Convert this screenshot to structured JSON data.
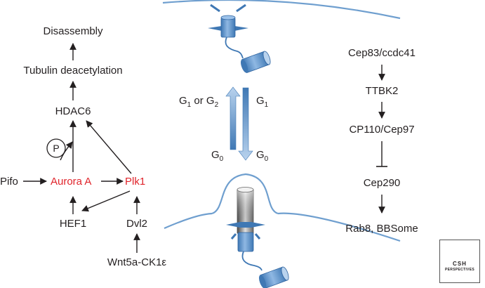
{
  "left_pathway": {
    "disassembly": "Disassembly",
    "tubulin_deacetylation": "Tubulin deacetylation",
    "hdac6": "HDAC6",
    "phospho": "P",
    "pifo": "Pifo",
    "aurora_a": "Aurora A",
    "plk1": "Plk1",
    "hef1": "HEF1",
    "dvl2": "Dvl2",
    "wnt5a": "Wnt5a-CK1ε"
  },
  "cell_cycle": {
    "g1_or_g2_main1": "G",
    "g1_or_g2_sub1": "1",
    "g1_or_g2_mid": " or G",
    "g1_or_g2_sub2": "2",
    "g1_main": "G",
    "g1_sub": "1",
    "g0_left_main": "G",
    "g0_left_sub": "0",
    "g0_right_main": "G",
    "g0_right_sub": "0"
  },
  "right_pathway": {
    "cep83": "Cep83/ccdc41",
    "ttbk2": "TTBK2",
    "cp110": "CP110/Cep97",
    "cep290": "Cep290",
    "rab8": "Rab8, BBSome"
  },
  "logo": {
    "line1": "CSH",
    "line2": "PERSPECTIVES"
  },
  "colors": {
    "text": "#231f20",
    "highlight": "#e0242b",
    "blue": "#5b9bd5",
    "blue_dark": "#3f78b4",
    "membrane": "#6f9fcf"
  }
}
